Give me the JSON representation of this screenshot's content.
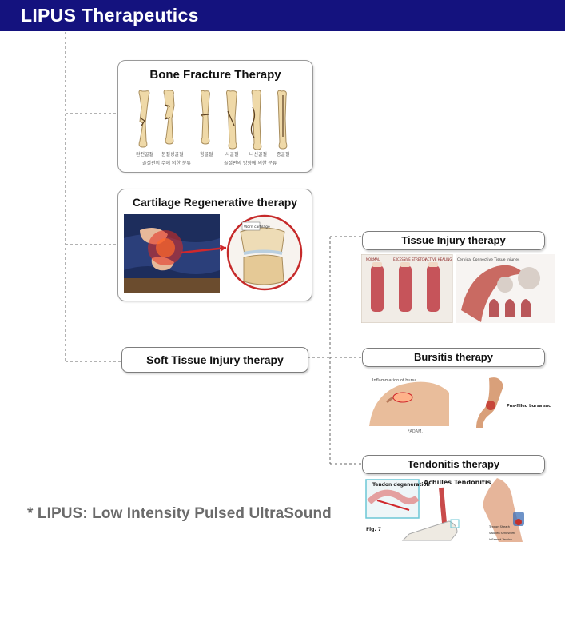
{
  "header": {
    "title": "LIPUS Therapeutics"
  },
  "colors": {
    "header_bg": "#14127e",
    "accent_red": "#d0282c",
    "bone": "#efd9a8"
  },
  "left_branch": {
    "bone_fracture": {
      "title": "Bone Fracture Therapy",
      "labels": [
        "완전골절",
        "분절성골절",
        "횡골절",
        "사골절",
        "나선골절",
        "종골절"
      ],
      "captions": [
        "골절편의 수에 의한 분류",
        "골절편의 방향에 의한 분류"
      ]
    },
    "cartilage": {
      "title": "Cartilage Regenerative therapy",
      "callout": "Worn cartilage"
    },
    "soft_tissue": {
      "title": "Soft Tissue Injury therapy"
    }
  },
  "right_branch": {
    "tissue_injury": {
      "title": "Tissue Injury therapy",
      "panel_labels": [
        "NORMAL",
        "EXCESSIVE STRETCH",
        "ACTIVE HEALING"
      ],
      "side_text": "Cervical Connective Tissue Injuries"
    },
    "bursitis": {
      "title": "Bursitis therapy",
      "label_left": "Inflammation of bursa",
      "label_right": "Pus-filled bursa sac",
      "credit": "*ADAM."
    },
    "tendonitis": {
      "title": "Tendonitis therapy",
      "label_inset": "Tendon degeneration",
      "label_main": "Achilles Tendonitis",
      "fig": "Fig. 7",
      "wrist_labels": [
        "Tendon Sheath",
        "Swollen Synovium",
        "Inflamed Tendon"
      ]
    }
  },
  "footnote": {
    "text": "* LIPUS: Low Intensity Pulsed UltraSound"
  },
  "icons": [
    "bone-fracture-illustration",
    "knee-cartilage-illustration",
    "tissue-injury-illustration",
    "bursitis-illustration",
    "tendonitis-illustration"
  ]
}
